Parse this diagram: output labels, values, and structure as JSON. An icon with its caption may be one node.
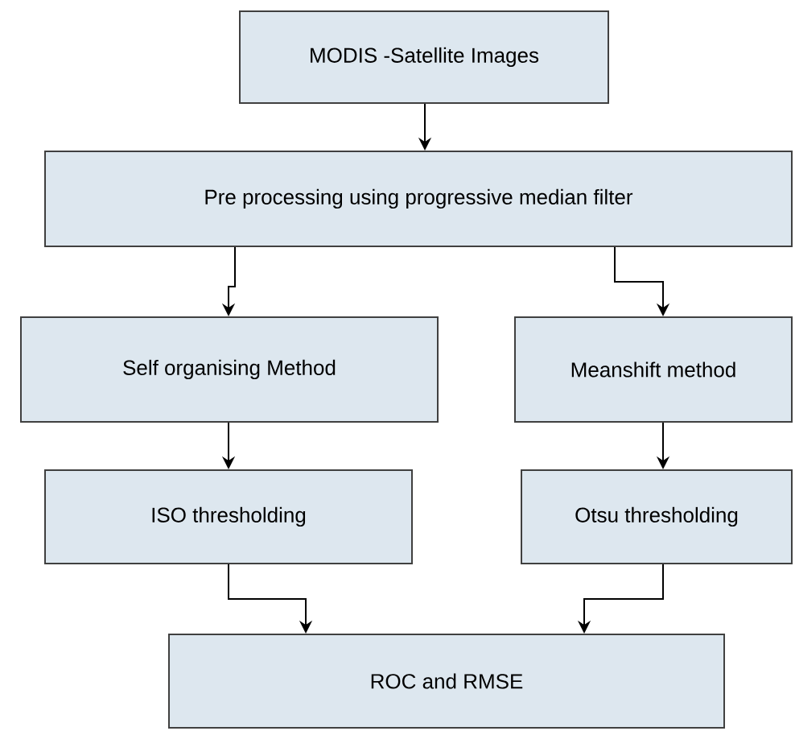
{
  "diagram": {
    "nodes": [
      {
        "text": [
          "MODIS -Satellite Images"
        ]
      },
      {
        "text": [
          "Pre processing using progressive median filter"
        ]
      },
      {
        "text": [
          "Self organising Method"
        ]
      },
      {
        "text": [
          "Meanshift method"
        ]
      },
      {
        "text": [
          "ISO thresholding"
        ]
      },
      {
        "text": [
          "Otsu thresholding"
        ]
      },
      {
        "text": [
          "ROC and RMSE"
        ]
      }
    ],
    "edges": [
      {
        "from": 0,
        "to": 1,
        "arrow": "to"
      },
      {
        "from": 1,
        "to": 2,
        "arrow": "to"
      },
      {
        "from": 1,
        "to": 3,
        "arrow": "to"
      },
      {
        "from": 2,
        "to": 4,
        "arrow": "to"
      },
      {
        "from": 3,
        "to": 5,
        "arrow": "to"
      },
      {
        "from": 4,
        "to": 6,
        "arrow": "to"
      },
      {
        "from": 5,
        "to": 6,
        "arrow": "to"
      }
    ]
  }
}
